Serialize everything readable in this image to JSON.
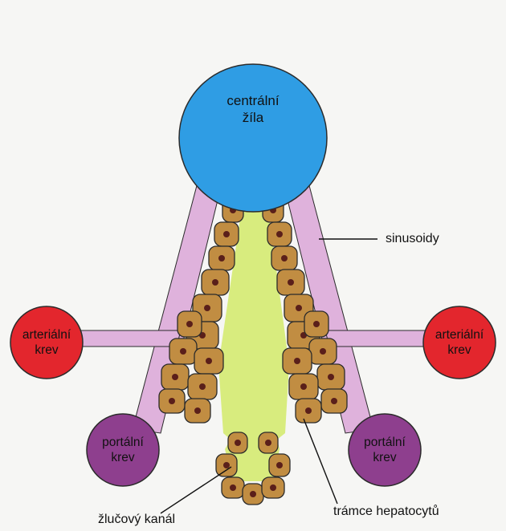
{
  "central_vein": {
    "line1": "centrální",
    "line2": "žíla",
    "color": "#2f9de4"
  },
  "arterial_blood": {
    "line1": "arteriální",
    "line2": "krev",
    "color": "#e3262d"
  },
  "portal_blood": {
    "line1": "portální",
    "line2": "krev",
    "color": "#8e3f8e"
  },
  "labels": {
    "sinusoids": "sinusoidy",
    "bile_duct": "žlučový kanál",
    "hepatocyte_plates": "trámce hepatocytů"
  },
  "colors": {
    "sinusoid": "#dfb2dc",
    "hepatocyte": "#c18d42",
    "nucleus": "#5a1f1a",
    "bile": "#d8ec7e",
    "outline": "#2b2b2b"
  }
}
